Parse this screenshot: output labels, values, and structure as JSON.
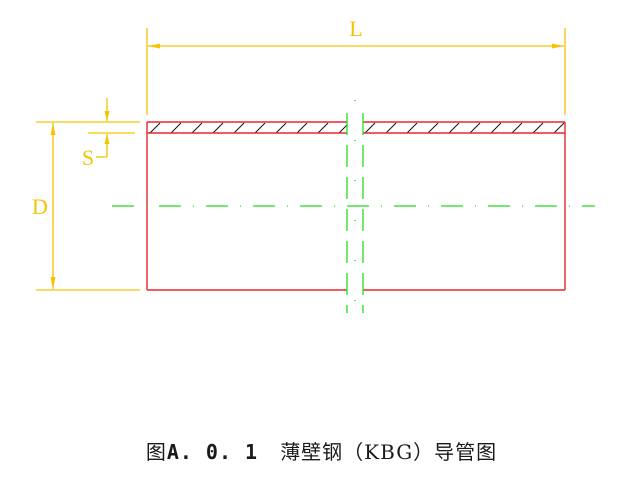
{
  "figure": {
    "caption_prefix": "图",
    "caption_number": "A. 0. 1",
    "caption_title": "薄壁钢（KBG）导管图"
  },
  "dimensions": {
    "length_label": "L",
    "diameter_label": "D",
    "wall_thickness_label": "S"
  },
  "colors": {
    "dimension": "#f5c400",
    "outline": "#e8282d",
    "centerline": "#22dd22",
    "hatch": "#111111",
    "caption": "#1a1a1a"
  }
}
